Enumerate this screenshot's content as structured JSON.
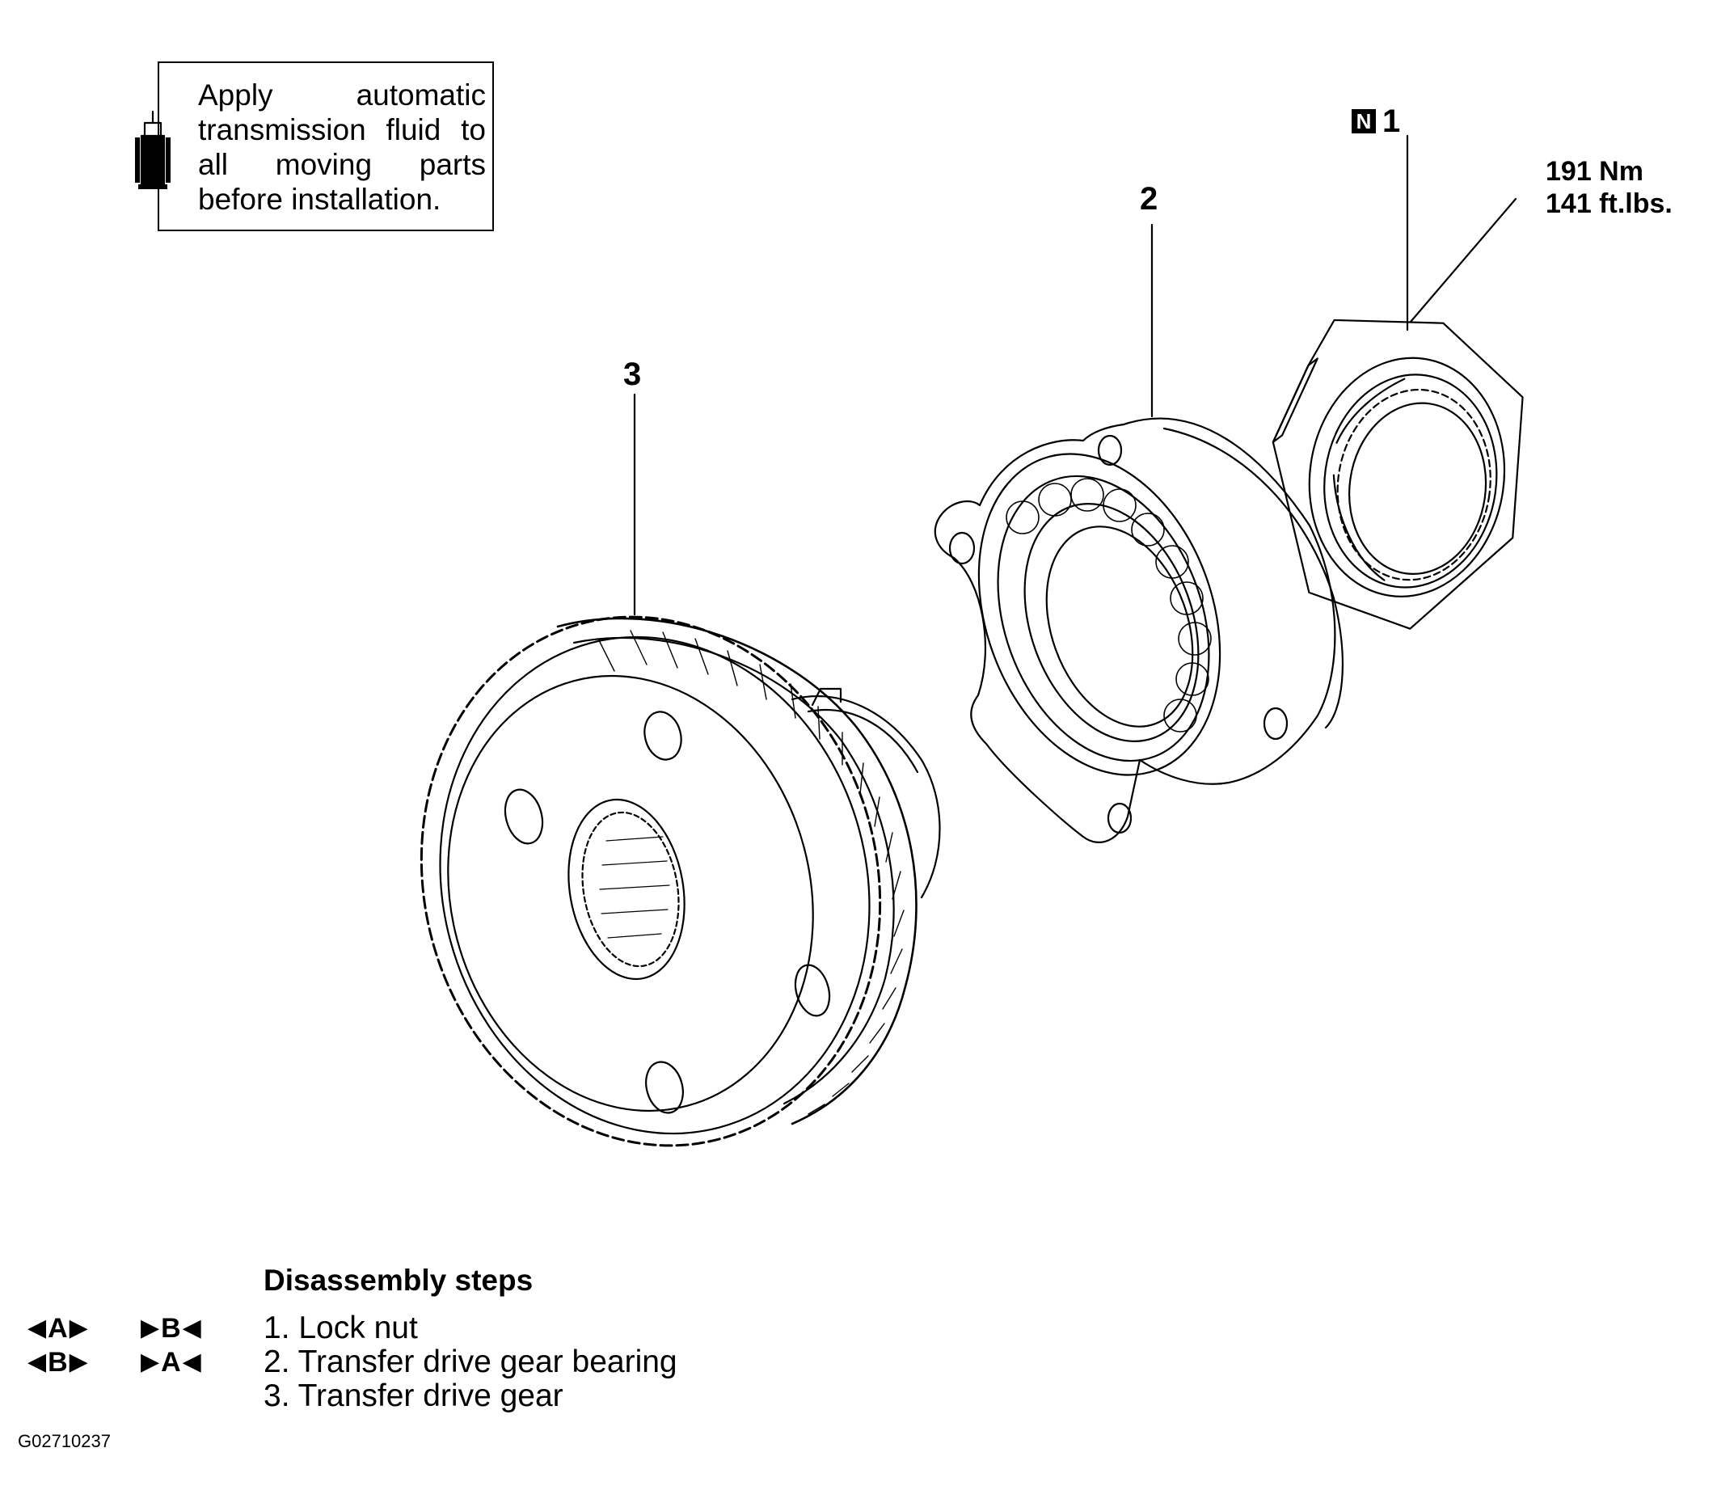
{
  "note": {
    "icon": "oil-can-icon",
    "text": "Apply automatic transmission fluid to all moving parts before installation."
  },
  "callouts": {
    "part1": {
      "number": "1",
      "badge": "N"
    },
    "part2": {
      "number": "2"
    },
    "part3": {
      "number": "3"
    }
  },
  "torque": {
    "metric": "191 Nm",
    "imperial": "141 ft.lbs."
  },
  "steps": {
    "title": "Disassembly steps",
    "items": [
      {
        "label": "1. Lock nut",
        "removal_mark": "A",
        "install_mark": "B"
      },
      {
        "label": "2. Transfer drive gear bearing",
        "removal_mark": "B",
        "install_mark": "A"
      },
      {
        "label": "3. Transfer drive gear"
      }
    ]
  },
  "figure_id": "G02710237"
}
